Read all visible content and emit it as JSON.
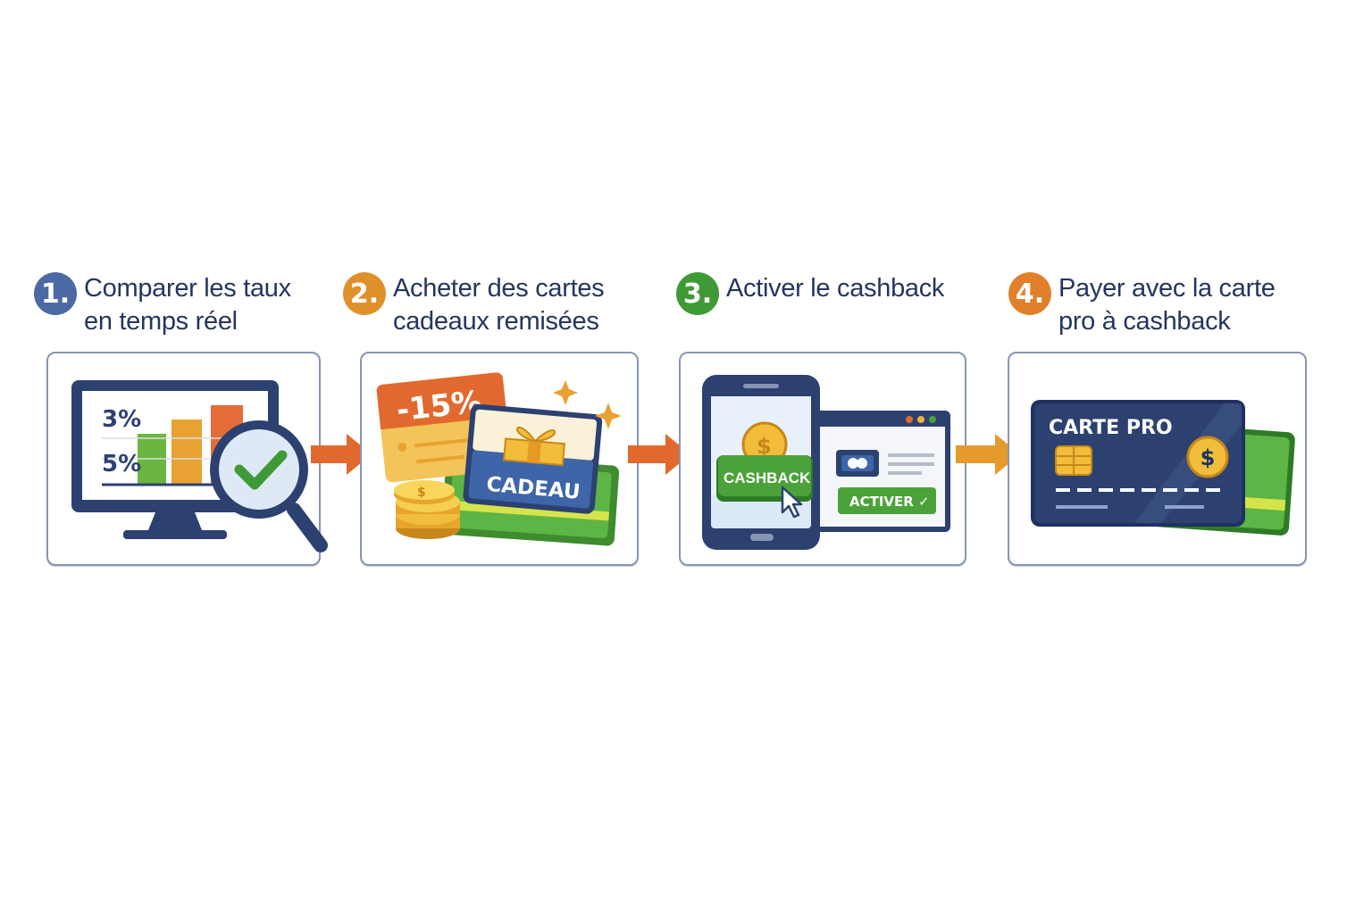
{
  "steps": [
    {
      "number": "1.",
      "title_line1": "Comparer les taux",
      "title_line2": "en temps réel",
      "badge_color": "#4b6aa3",
      "illustration": {
        "rate_top": "3%",
        "rate_bottom": "5%"
      }
    },
    {
      "number": "2.",
      "title_line1": "Acheter des cartes",
      "title_line2": "cadeaux remisées",
      "badge_color": "#e0902a",
      "illustration": {
        "discount_tag": "-15%",
        "gift_card_label": "CADEAU"
      }
    },
    {
      "number": "3.",
      "title_line1": "Activer le cashback",
      "title_line2": "",
      "badge_color": "#3f9a35",
      "illustration": {
        "cashback_button": "CASHBACK",
        "activate_button": "ACTIVER ✓"
      }
    },
    {
      "number": "4.",
      "title_line1": "Payer avec la carte",
      "title_line2": "pro à cashback",
      "badge_color": "#e0802a",
      "illustration": {
        "card_label": "CARTE PRO",
        "coin_symbol": "$"
      }
    }
  ],
  "colors": {
    "navy": "#2c4170",
    "orange": "#e2692d",
    "amber": "#e79a2c",
    "green": "#4ca23a",
    "panel_border": "#8795b3"
  },
  "icons": [
    "monitor-chart-icon",
    "magnifier-check-icon",
    "gift-card-icon",
    "coins-icon",
    "phone-icon",
    "browser-window-icon",
    "credit-card-icon",
    "arrow-right-icon"
  ]
}
